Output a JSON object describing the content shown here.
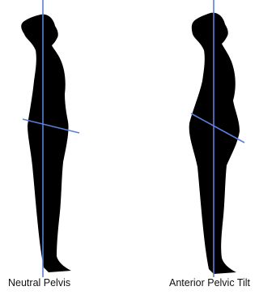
{
  "figures": [
    {
      "label": "Neutral Pelvis",
      "pose": "neutral"
    },
    {
      "label": "Anterior Pelvic Tilt",
      "pose": "anterior-tilt"
    }
  ],
  "colors": {
    "silhouette": "#000000",
    "line": "#5b7fd9",
    "background": "#ffffff"
  }
}
